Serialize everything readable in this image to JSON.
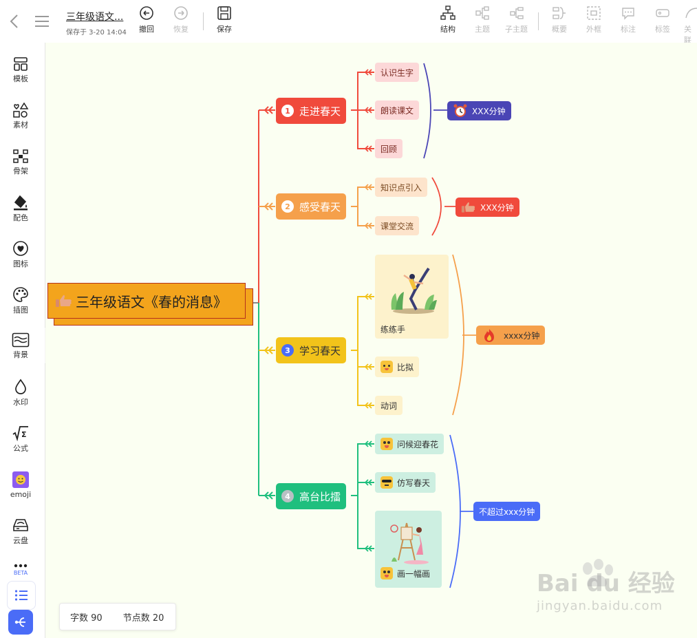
{
  "toolbar": {
    "doc_title": "三年级语文...",
    "saved": "保存于 3-20 14:04",
    "undo": "撤回",
    "redo": "恢复",
    "save": "保存",
    "structure": "结构",
    "topic": "主题",
    "subtopic": "子主题",
    "summary": "概要",
    "frame": "外框",
    "note": "标注",
    "tag": "标签",
    "relation": "关联"
  },
  "sidebar": {
    "template": "模板",
    "material": "素材",
    "skeleton": "骨架",
    "color": "配色",
    "icon": "图标",
    "illustration": "插图",
    "background": "背景",
    "watermark": "水印",
    "formula": "公式",
    "emoji": "emoji",
    "cloud": "云盘",
    "beta": "BETA"
  },
  "mindmap": {
    "root": "三年级语文《春的消息》",
    "branches": [
      {
        "num": "1",
        "label": "走进春天",
        "color": "#f04a3c",
        "children": [
          "认识生字",
          "朗读课文",
          "回顾"
        ],
        "summary": "XXX分钟",
        "summary_color": "#4a45b5"
      },
      {
        "num": "2",
        "label": "感受春天",
        "color": "#f5a04b",
        "children": [
          "知识点引入",
          "课堂交流"
        ],
        "summary": "XXX分钟",
        "summary_color": "#f04a3c"
      },
      {
        "num": "3",
        "label": "学习春天",
        "color": "#f2c31a",
        "children": [
          "练练手",
          "比拟",
          "动词"
        ],
        "summary": "xxxx分钟",
        "summary_color": "#f5a04b"
      },
      {
        "num": "4",
        "label": "高台比擂",
        "color": "#1fbf7e",
        "children": [
          "问候迎春花",
          "仿写春天",
          "画一幅画"
        ],
        "summary": "不超过xxx分钟",
        "summary_color": "#4a6cf7"
      }
    ]
  },
  "stats": {
    "words": "字数 90",
    "nodes": "节点数 20"
  },
  "watermark": {
    "main": "Bai du 经验",
    "sub": "jingyan.baidu.com"
  }
}
